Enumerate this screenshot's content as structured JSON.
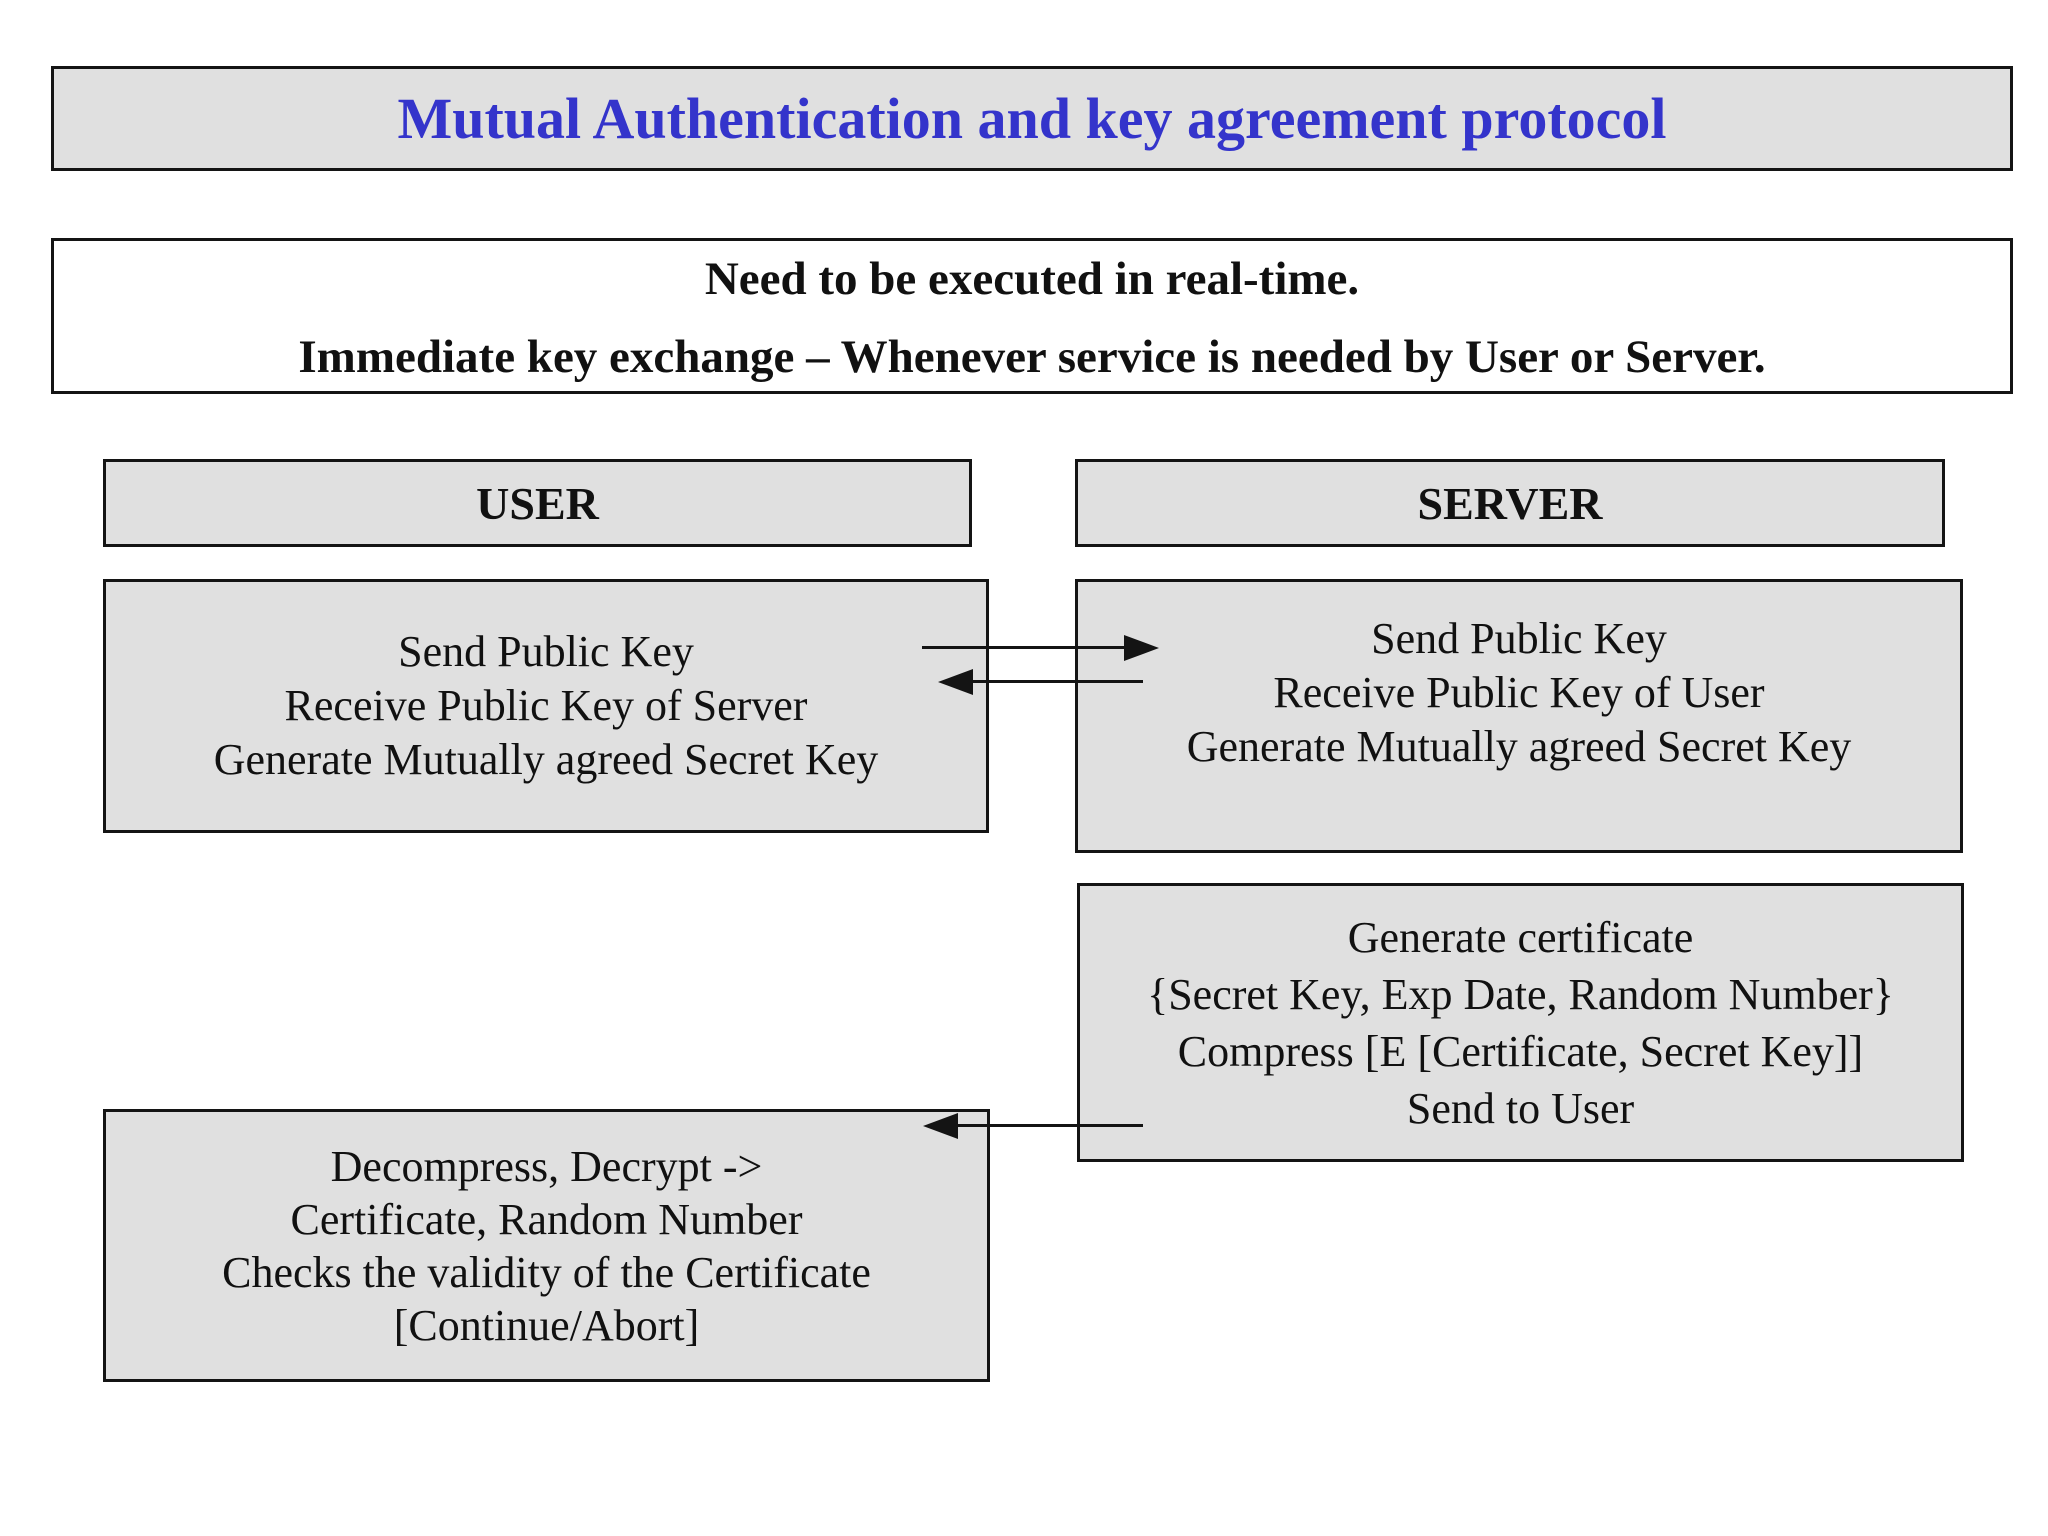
{
  "slide": {
    "title": "Mutual Authentication and key agreement protocol",
    "note": {
      "line1": "Need to be executed in real-time.",
      "line2": "Immediate key exchange – Whenever service is needed by User or Server."
    },
    "user_column": {
      "header": "USER",
      "key_exchange_box": {
        "lines": [
          "Send Public Key",
          "Receive Public Key of Server",
          "Generate Mutually agreed Secret Key"
        ]
      },
      "verify_box": {
        "lines": [
          "Decompress, Decrypt ->",
          "Certificate, Random Number",
          "Checks the validity of the Certificate",
          "[Continue/Abort]"
        ]
      }
    },
    "server_column": {
      "header": "SERVER",
      "key_exchange_box": {
        "lines": [
          "Send Public Key",
          "Receive Public Key of User",
          "Generate Mutually agreed Secret Key"
        ]
      },
      "certificate_box": {
        "lines": [
          "Generate certificate",
          "{Secret Key, Exp Date, Random Number}",
          "Compress [E [Certificate, Secret Key]]",
          "Send to User"
        ]
      }
    },
    "arrows": [
      {
        "name": "user-to-server",
        "direction": "right"
      },
      {
        "name": "server-to-user",
        "direction": "left"
      },
      {
        "name": "certificate-to-user",
        "direction": "left"
      }
    ],
    "colors": {
      "title_text": "#3434cb",
      "box_fill": "#e0e0e0",
      "note_fill": "#ffffff",
      "border": "#141414",
      "body_text": "#111111"
    }
  }
}
